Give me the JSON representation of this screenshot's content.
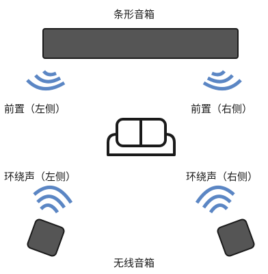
{
  "labels": {
    "soundbar": "条形音箱",
    "front_left": "前置（左侧）",
    "front_right": "前置（右侧）",
    "surround_left": "环绕声（左侧）",
    "surround_right": "环绕声（右侧）",
    "wireless": "无线音箱"
  },
  "colors": {
    "speaker_fill": "#555555",
    "speaker_stroke": "#1a1a1a",
    "wave": "#5b86c4",
    "couch_stroke": "#1a1a1a"
  },
  "icons": [
    "soundbar-icon",
    "sound-wave-icon",
    "couch-icon",
    "wireless-speaker-icon"
  ]
}
